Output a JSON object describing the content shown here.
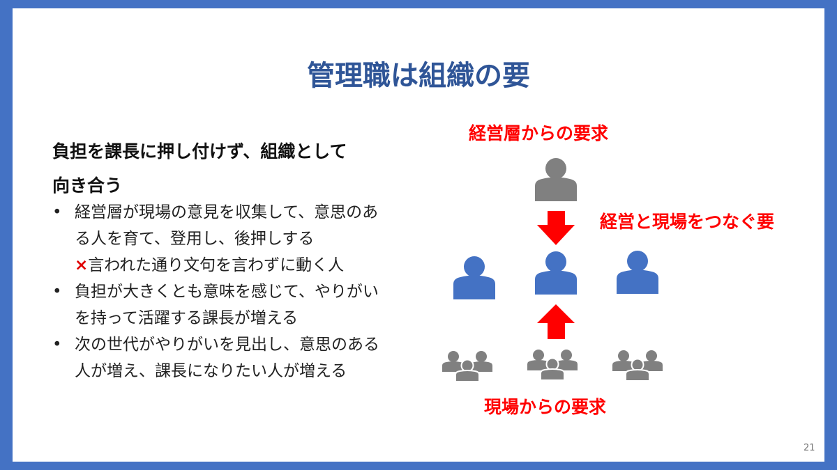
{
  "title": "管理職は組織の要",
  "left": {
    "heading_line1": "負担を課長に押し付けず、組織として",
    "heading_line2": "向き合う",
    "bullets": [
      {
        "bullet": "•",
        "text": "経営層が現場の意見を収集して、意思のあ\nる人を育て、登用し、後押しする"
      },
      {
        "bullet": "•",
        "text": "負担が大きくとも意味を感じて、やりがい\nを持って活躍する課長が増える"
      },
      {
        "bullet": "•",
        "text": "次の世代がやりがいを見出し、意思のある\n人が増え、課長になりたい人が増える"
      }
    ],
    "negative_mark": "×",
    "negative_text": "言われた通り文句を言わずに動く人"
  },
  "diagram": {
    "top_label": "経営層からの要求",
    "middle_label": "経営と現場をつなぐ要",
    "bottom_label": "現場からの要求",
    "colors": {
      "executive": "#808080",
      "manager": "#4472C4",
      "arrow": "#FF0000",
      "staff": "#808080"
    }
  },
  "page_number": "21"
}
